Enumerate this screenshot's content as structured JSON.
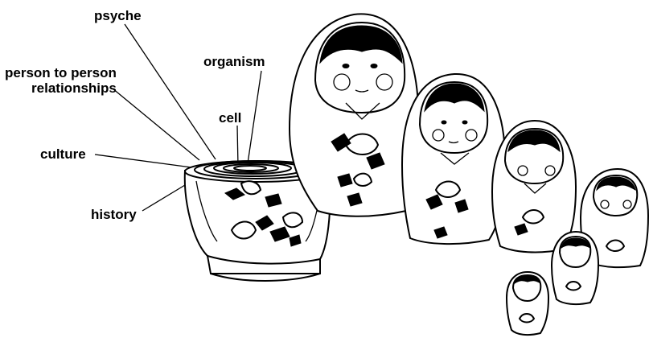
{
  "labels": {
    "psyche": "psyche",
    "organism": "organism",
    "person_line1": "person to person",
    "person_line2": "relationships",
    "cell": "cell",
    "culture": "culture",
    "history": "history"
  },
  "colors": {
    "ink": "#000000",
    "paper": "#ffffff"
  }
}
